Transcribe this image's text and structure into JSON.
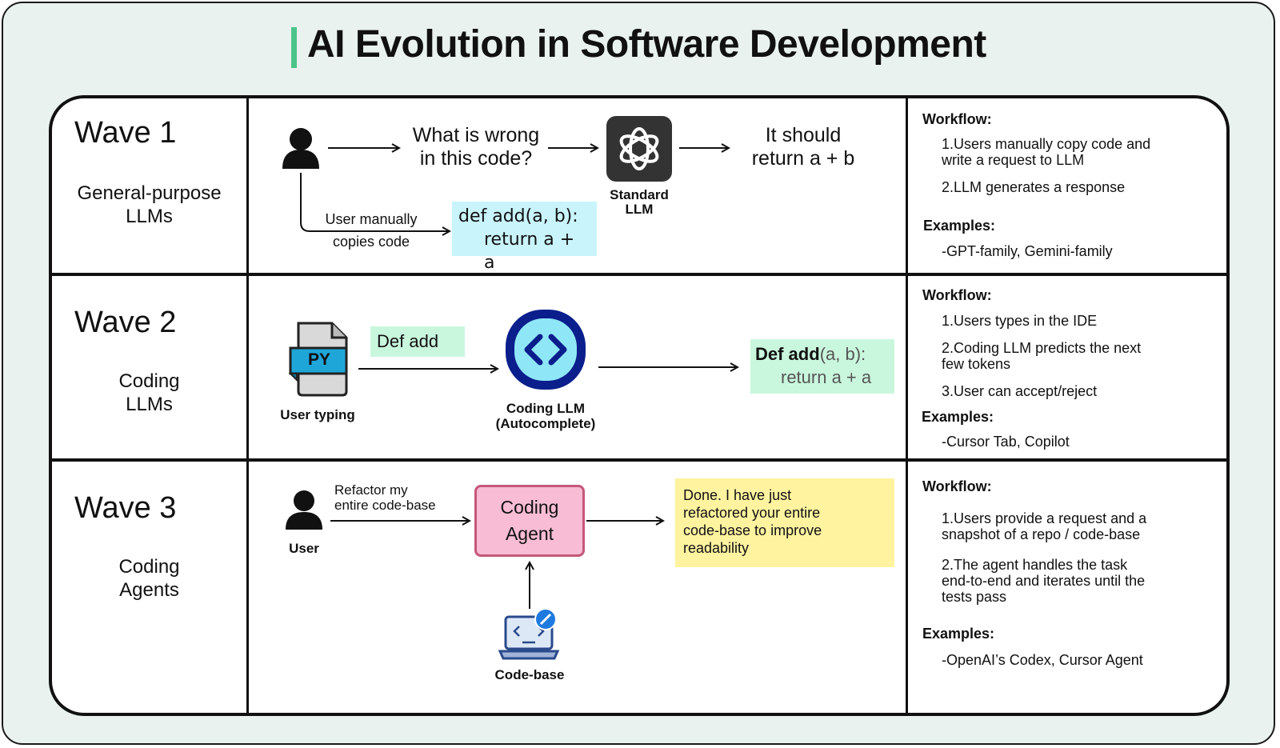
{
  "title": "AI Evolution in Software Development",
  "colors": {
    "accent": "#4cc38a",
    "panel_bg": "#e9f2ef",
    "code_blue": "#c9f4fb",
    "code_green": "#c9f7dd",
    "agent_pink": "#f8bcd4",
    "agent_border": "#c4587a",
    "done_yellow": "#fff3a0",
    "coding_icon_outer": "#0a1e8c",
    "coding_icon_inner": "#8fe6f7"
  },
  "icons": [
    "user-icon",
    "openai-logo-icon",
    "python-file-icon",
    "code-brackets-icon",
    "laptop-code-icon",
    "edit-badge-icon"
  ],
  "waves": [
    {
      "title": "Wave 1",
      "subtitle": [
        "General-purpose",
        "LLMs"
      ],
      "diagram": {
        "question": [
          "What is wrong",
          "in this code?"
        ],
        "model_label": [
          "Standard",
          "LLM"
        ],
        "answer": [
          "It should",
          "return a + b"
        ],
        "copy_label": [
          "User manually",
          "copies code"
        ],
        "code": [
          "def add(a, b):",
          "return a + a"
        ]
      },
      "workflow_label": "Workflow:",
      "steps": [
        [
          "1.Users manually copy code and",
          "write a request to LLM"
        ],
        [
          "2.LLM generates a response"
        ]
      ],
      "examples_label": "Examples:",
      "examples": "-GPT-family, Gemini-family"
    },
    {
      "title": "Wave 2",
      "subtitle": [
        "Coding",
        "LLMs"
      ],
      "diagram": {
        "file_label": "PY",
        "user_label": "User typing",
        "typed": "Def add",
        "model_label": [
          "Coding LLM",
          "(Autocomplete)"
        ],
        "completion_typed": "Def add",
        "completion_suggest": "(a, b):",
        "completion_line2": "return a + a"
      },
      "workflow_label": "Workflow:",
      "steps": [
        [
          "1.Users types in the IDE"
        ],
        [
          "2.Coding LLM predicts the next",
          "few tokens"
        ],
        [
          "3.User can accept/reject"
        ]
      ],
      "examples_label": "Examples:",
      "examples": "-Cursor Tab, Copilot"
    },
    {
      "title": "Wave 3",
      "subtitle": [
        "Coding",
        "Agents"
      ],
      "diagram": {
        "user_label": "User",
        "request": [
          "Refactor my",
          "entire code-base"
        ],
        "agent_label": [
          "Coding",
          "Agent"
        ],
        "result": [
          "Done. I have just",
          "refactored your entire",
          "code-base to improve",
          "readability"
        ],
        "codebase_label": "Code-base"
      },
      "workflow_label": "Workflow:",
      "steps": [
        [
          "1.Users provide a request and a",
          "snapshot of a repo / code-base"
        ],
        [
          "2.The agent handles the task",
          "end-to-end and iterates until the",
          "tests pass"
        ]
      ],
      "examples_label": "Examples:",
      "examples": "-OpenAI’s Codex, Cursor Agent"
    }
  ]
}
